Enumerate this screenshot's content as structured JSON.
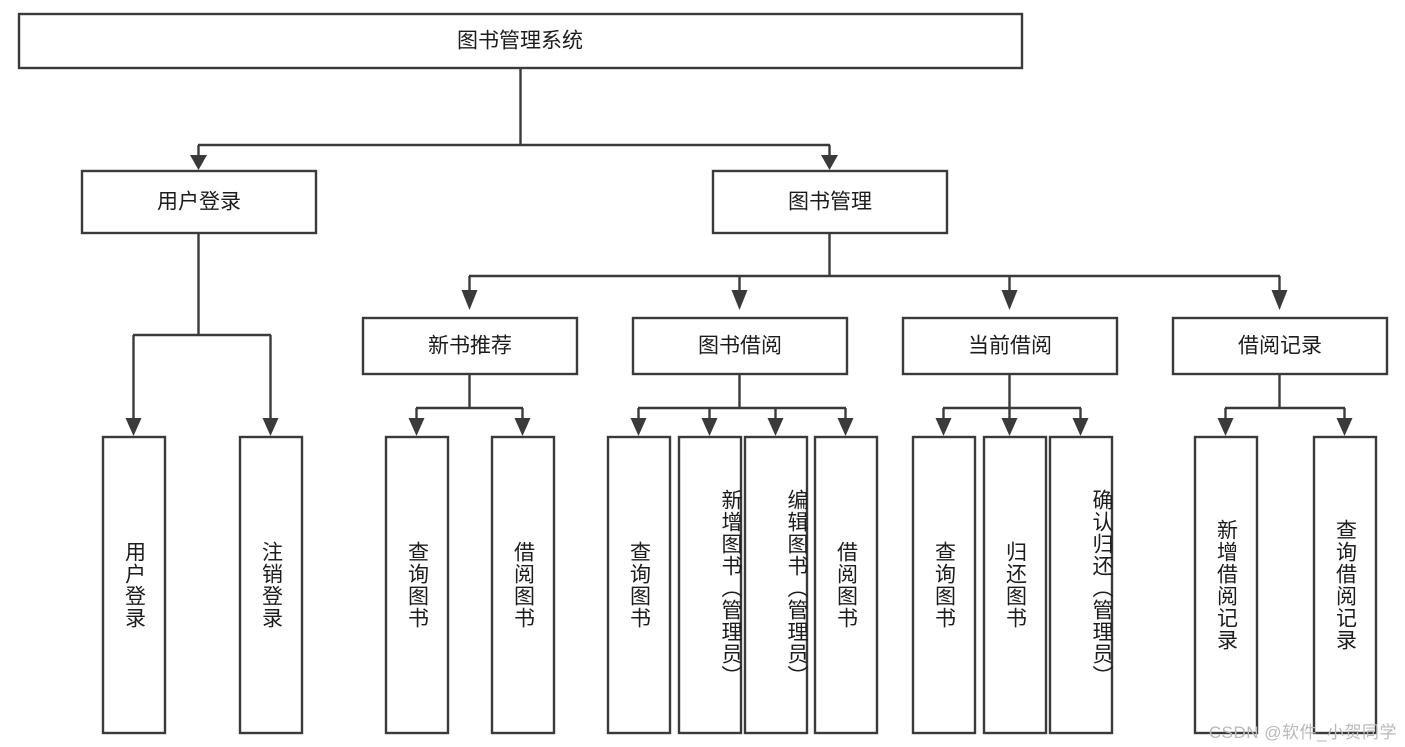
{
  "diagram": {
    "type": "tree-hierarchy",
    "title": "图书管理系统",
    "watermark": "CSDN @软件_小贺同学",
    "root": {
      "id": "root",
      "label": "图书管理系统"
    },
    "level2": [
      {
        "id": "user-login",
        "label": "用户登录"
      },
      {
        "id": "book-manage",
        "label": "图书管理"
      }
    ],
    "level3": [
      {
        "id": "new-book-recommend",
        "label": "新书推荐",
        "parent": "book-manage"
      },
      {
        "id": "book-borrow",
        "label": "图书借阅",
        "parent": "book-manage"
      },
      {
        "id": "current-borrow",
        "label": "当前借阅",
        "parent": "book-manage"
      },
      {
        "id": "borrow-record",
        "label": "借阅记录",
        "parent": "book-manage"
      }
    ],
    "leaves": [
      {
        "id": "leaf-user-login",
        "label": "用户登录",
        "parent": "user-login"
      },
      {
        "id": "leaf-logout-login",
        "label": "注销登录",
        "parent": "user-login"
      },
      {
        "id": "leaf-query-book-1",
        "label": "查询图书",
        "parent": "new-book-recommend"
      },
      {
        "id": "leaf-borrow-book-1",
        "label": "借阅图书",
        "parent": "new-book-recommend"
      },
      {
        "id": "leaf-query-book-2",
        "label": "查询图书",
        "parent": "book-borrow"
      },
      {
        "id": "leaf-add-book",
        "label": "新增图书（管理员）",
        "parent": "book-borrow"
      },
      {
        "id": "leaf-edit-book",
        "label": "编辑图书（管理员）",
        "parent": "book-borrow"
      },
      {
        "id": "leaf-borrow-book-2",
        "label": "借阅图书",
        "parent": "book-borrow"
      },
      {
        "id": "leaf-query-book-3",
        "label": "查询图书",
        "parent": "current-borrow"
      },
      {
        "id": "leaf-return-book",
        "label": "归还图书",
        "parent": "current-borrow"
      },
      {
        "id": "leaf-confirm-return",
        "label": "确认归还（管理员）",
        "parent": "current-borrow"
      },
      {
        "id": "leaf-add-record",
        "label": "新增借阅记录",
        "parent": "borrow-record"
      },
      {
        "id": "leaf-query-record",
        "label": "查询借阅记录",
        "parent": "borrow-record"
      }
    ],
    "colors": {
      "stroke": "#3a3a3a",
      "fill": "#ffffff",
      "text": "#1c1c1c",
      "watermark": "#b9b9b9"
    }
  }
}
